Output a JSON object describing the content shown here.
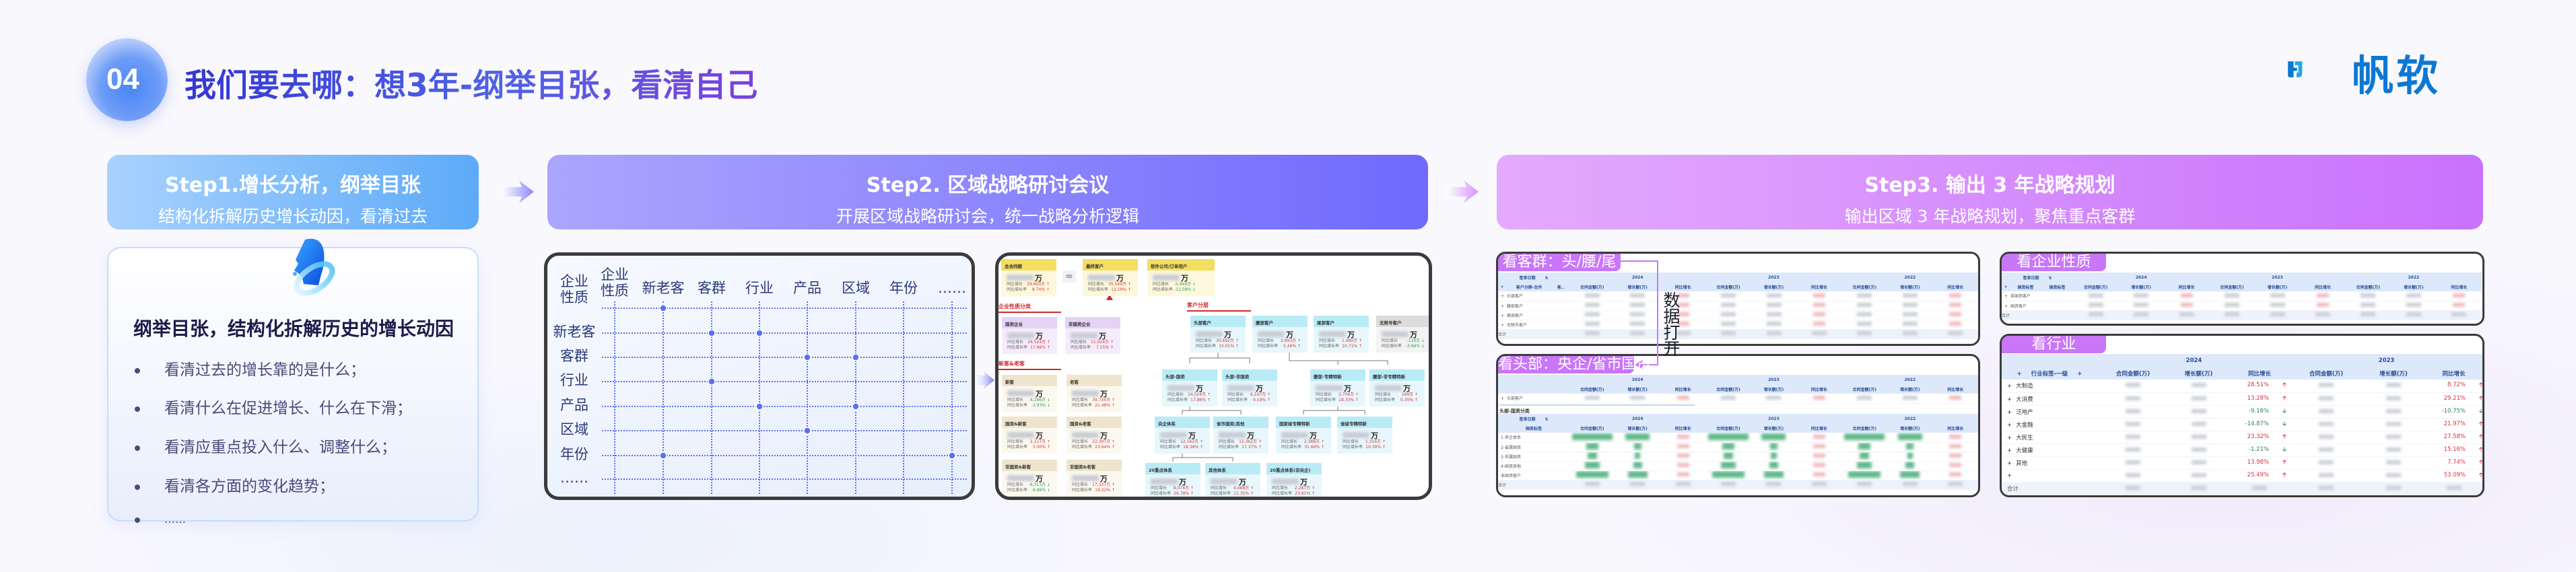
{
  "header": {
    "badge": "04",
    "title": "我们要去哪：想3年-纲举目张，看清自己",
    "logo_text": "帆软"
  },
  "steps": [
    {
      "title": "Step1.增长分析，纲举目张",
      "subtitle": "结构化拆解历史增长动因，看清过去"
    },
    {
      "title": "Step2. 区域战略研讨会议",
      "subtitle": "开展区域战略研讨会，统一战略分析逻辑"
    },
    {
      "title": "Step3. 输出 3 年战略规划",
      "subtitle": "输出区域 3 年战略规划，聚焦重点客群"
    }
  ],
  "step1_card": {
    "heading": "纲举目张，结构化拆解历史的增长动因",
    "bullets": [
      "看清过去的增长靠的是什么；",
      "看清什么在促进增长、什么在下滑；",
      "看清应重点投入什么、调整什么；",
      "看清各方面的变化趋势；",
      "……"
    ]
  },
  "dimension_grid": {
    "columns": [
      "企业性质",
      "新老客",
      "客群",
      "行业",
      "产品",
      "区域",
      "年份",
      "……"
    ],
    "rows": [
      "企业性质",
      "新老客",
      "客群",
      "行业",
      "产品",
      "区域",
      "年份",
      "……"
    ],
    "links": [
      [
        0,
        1
      ],
      [
        1,
        2
      ],
      [
        1,
        3
      ],
      [
        2,
        4
      ],
      [
        2,
        5
      ],
      [
        3,
        2
      ],
      [
        4,
        3
      ],
      [
        4,
        5
      ],
      [
        5,
        4
      ],
      [
        6,
        1
      ],
      [
        6,
        7
      ]
    ]
  },
  "org_chart": {
    "equals": "=",
    "unit": "万",
    "growth_label": "同比增长",
    "rate_label": "同比增长率",
    "sections": [
      "企业性质分类",
      "新客&老客",
      "客户分层"
    ],
    "boxes": [
      {
        "label": "总合同额",
        "growth": "29,600万",
        "rate": "8.74%",
        "dir": "up"
      },
      {
        "label": "最终客户",
        "growth": "35,549万",
        "rate": "12.19%",
        "dir": "up"
      },
      {
        "label": "软件公司/订单用户",
        "growth": "-5,949万",
        "rate": "-12.58%",
        "dir": "down"
      },
      {
        "label": "国资企业",
        "growth": "24,524万",
        "rate": "17.86%",
        "dir": "up"
      },
      {
        "label": "非国资企业",
        "growth": "11,024万",
        "rate": "7.15%",
        "dir": "up"
      },
      {
        "label": "新客",
        "growth": "-4,186万",
        "rate": "-3.93%",
        "dir": "down"
      },
      {
        "label": "老客",
        "growth": "39,734万",
        "rate": "21.48%",
        "dir": "up"
      },
      {
        "label": "国资&新客",
        "growth": "2,127万",
        "rate": "5.00%",
        "dir": "up"
      },
      {
        "label": "国资&老客",
        "growth": "22,397万",
        "rate": "23.64%",
        "dir": "up"
      },
      {
        "label": "非国资&新客",
        "growth": "-6,313万",
        "rate": "-9.86%",
        "dir": "down"
      },
      {
        "label": "非国资&老客",
        "growth": "17,337万",
        "rate": "19.22%",
        "dir": "up"
      },
      {
        "label": "头部客户",
        "growth": "30,692万",
        "rate": "15.01%",
        "dir": "up"
      },
      {
        "label": "腰部客户",
        "growth": "3,893万",
        "rate": "5.26%",
        "dir": "up"
      },
      {
        "label": "尾部客户",
        "growth": "1,080万",
        "rate": "10.71%",
        "dir": "up"
      },
      {
        "label": "无税号客户",
        "growth": "-116万",
        "rate": "-3.84%",
        "dir": "down"
      },
      {
        "label": "头部-国资",
        "growth": "24,524万",
        "rate": "17.86%",
        "dir": "up"
      },
      {
        "label": "头部-非国资",
        "growth": "6,167万",
        "rate": "9.19%",
        "dir": "up"
      },
      {
        "label": "腰部-专精特新",
        "growth": "3,704万",
        "rate": "18.33%",
        "dir": "up"
      },
      {
        "label": "腰部-非专精特新",
        "growth": "189万",
        "rate": "0.35%",
        "dir": "up"
      },
      {
        "label": "央企体系",
        "growth": "12,162万",
        "rate": "18.38%",
        "dir": "up"
      },
      {
        "label": "省市国资/其他",
        "growth": "12,362万",
        "rate": "17.37%",
        "dir": "up"
      },
      {
        "label": "国家级专精特新",
        "growth": "2,388万",
        "rate": "31.69%",
        "dir": "up"
      },
      {
        "label": "省级专精特新",
        "growth": "1,316万",
        "rate": "10.39%",
        "dir": "up"
      },
      {
        "label": "20重点体系",
        "growth": "8,074万",
        "rate": "26.78%",
        "dir": "up"
      },
      {
        "label": "其他体系",
        "growth": "4,088万",
        "rate": "11.35%",
        "dir": "up"
      },
      {
        "label": "20重点体系(非央企)",
        "growth": "2,287万",
        "rate": "23.61%",
        "dir": "up"
      }
    ]
  },
  "report": {
    "years3": [
      "2024",
      "2023",
      "2022"
    ],
    "metrics": [
      "合同金额(万)",
      "增长额(万)",
      "同比增长"
    ],
    "date_label": "签单日期",
    "sort_icon": "⇅",
    "plus": "+",
    "total": "合计",
    "connector_text": [
      "数",
      "据",
      "打",
      "开"
    ],
    "customer_group": {
      "label": "看客群：头/腰/尾",
      "col_label": "客户分群-合并",
      "col2": "客..",
      "rows": [
        "头部客户",
        "腰部客户",
        "尾部客户",
        "无税号客户"
      ]
    },
    "head_detail": {
      "label": "看头部：央企/省市国资",
      "top_row": "头部客户",
      "section_title": "头部-国资分类",
      "col_label": "国资标签",
      "rows": [
        "1-央企体系",
        "2-省属国资",
        "3-市属国资",
        "4-国资其他",
        "非国资客户"
      ]
    },
    "enterprise_type": {
      "label": "看企业性质",
      "col_label": "国资标签",
      "rows": [
        "非国资客户",
        "国资客户"
      ]
    },
    "industry": {
      "label": "看行业",
      "years": [
        "2024",
        "2023"
      ],
      "col_label": "行业标签-一级",
      "rows": [
        {
          "name": "大制造",
          "y2024": "28.51%",
          "d2024": "up",
          "y2023": "8.72%",
          "d2023": "up"
        },
        {
          "name": "大消费",
          "y2024": "13.28%",
          "d2024": "up",
          "y2023": "29.21%",
          "d2023": "up"
        },
        {
          "name": "泛地产",
          "y2024": "-9.16%",
          "d2024": "down",
          "y2023": "-10.75%",
          "d2023": "down"
        },
        {
          "name": "大金融",
          "y2024": "-14.87%",
          "d2024": "down",
          "y2023": "21.97%",
          "d2023": "up"
        },
        {
          "name": "大民生",
          "y2024": "23.32%",
          "d2024": "up",
          "y2023": "27.58%",
          "d2023": "up"
        },
        {
          "name": "大健康",
          "y2024": "-1.21%",
          "d2024": "down",
          "y2023": "15.16%",
          "d2023": "up"
        },
        {
          "name": "其他",
          "y2024": "13.98%",
          "d2024": "up",
          "y2023": "7.74%",
          "d2023": "up"
        },
        {
          "name": "",
          "y2024": "25.49%",
          "d2024": "up",
          "y2023": "53.09%",
          "d2023": "up"
        }
      ]
    },
    "arrow_up": "🡡",
    "arrow_down": "🡣"
  },
  "colors": {
    "up": "#d9303b",
    "down": "#2f7d6a",
    "accent_purple": "#c976f8"
  }
}
